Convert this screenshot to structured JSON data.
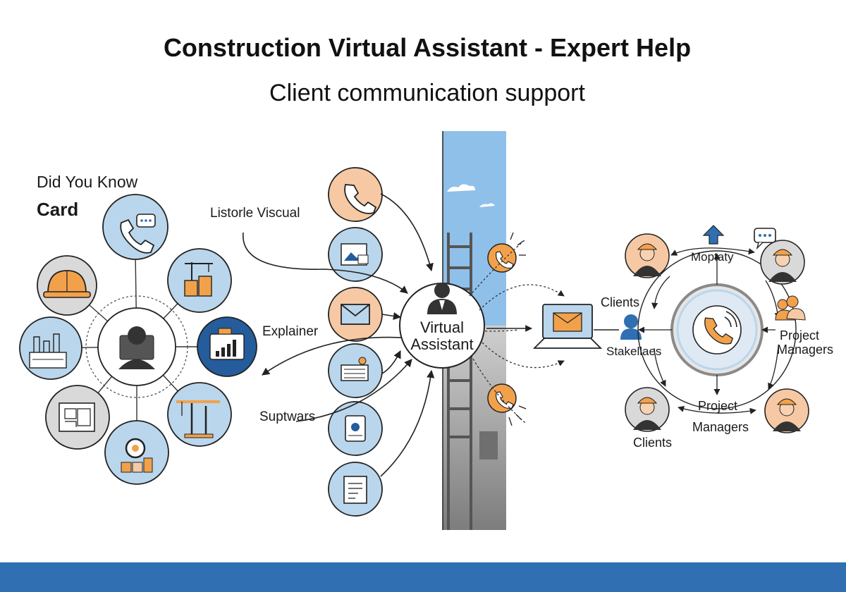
{
  "title": "Construction Virtual Assistant - Expert Help",
  "subtitle": "Client communication support",
  "card_label_line1": "Did You Know",
  "card_label_line2": "Card",
  "left_hub": {
    "center_icon": "worker-at-laptop-icon",
    "nodes": [
      {
        "icon": "phone-chat-icon"
      },
      {
        "icon": "crane-building-icon"
      },
      {
        "icon": "dashboard-chart-icon"
      },
      {
        "icon": "tower-crane-icon"
      },
      {
        "icon": "magnifier-blocks-icon"
      },
      {
        "icon": "blueprint-icon"
      },
      {
        "icon": "factory-plans-icon"
      },
      {
        "icon": "hard-hat-icon"
      }
    ]
  },
  "middle": {
    "labels": {
      "listorle": "Listorle Viscual",
      "explainer": "Explainer",
      "suptwars": "Suptwars"
    },
    "column_icons": [
      "phone-icon",
      "photo-document-icon",
      "email-icon",
      "keyboard-settings-icon",
      "tablet-icon",
      "form-document-icon"
    ],
    "assistant": {
      "line1": "Virtual",
      "line2": "Assistant",
      "icon": "assistant-avatar-icon"
    }
  },
  "right": {
    "labels": {
      "clients_top": "Clients",
      "stakeholders": "Stakellaes",
      "moptaty": "Moptaty",
      "pm_right_1": "Project",
      "pm_right_2": "Managers",
      "pm_bottom_1": "Project",
      "pm_bottom_2": "Managers",
      "clients_bottom": "Clients"
    },
    "people": [
      "female-worker-icon",
      "male-manager-icon",
      "male-worker-icon",
      "female-engineer-icon"
    ],
    "center_icon": "ringing-phone-icon"
  },
  "colors": {
    "orange": "#f2a14b",
    "orange_light": "#f6c9a4",
    "blue_light": "#b9d6ec",
    "blue_dark": "#245c9c",
    "band": "#2f6fb2",
    "sky": "#8fc0ea",
    "gray": "#8a8a8a"
  }
}
